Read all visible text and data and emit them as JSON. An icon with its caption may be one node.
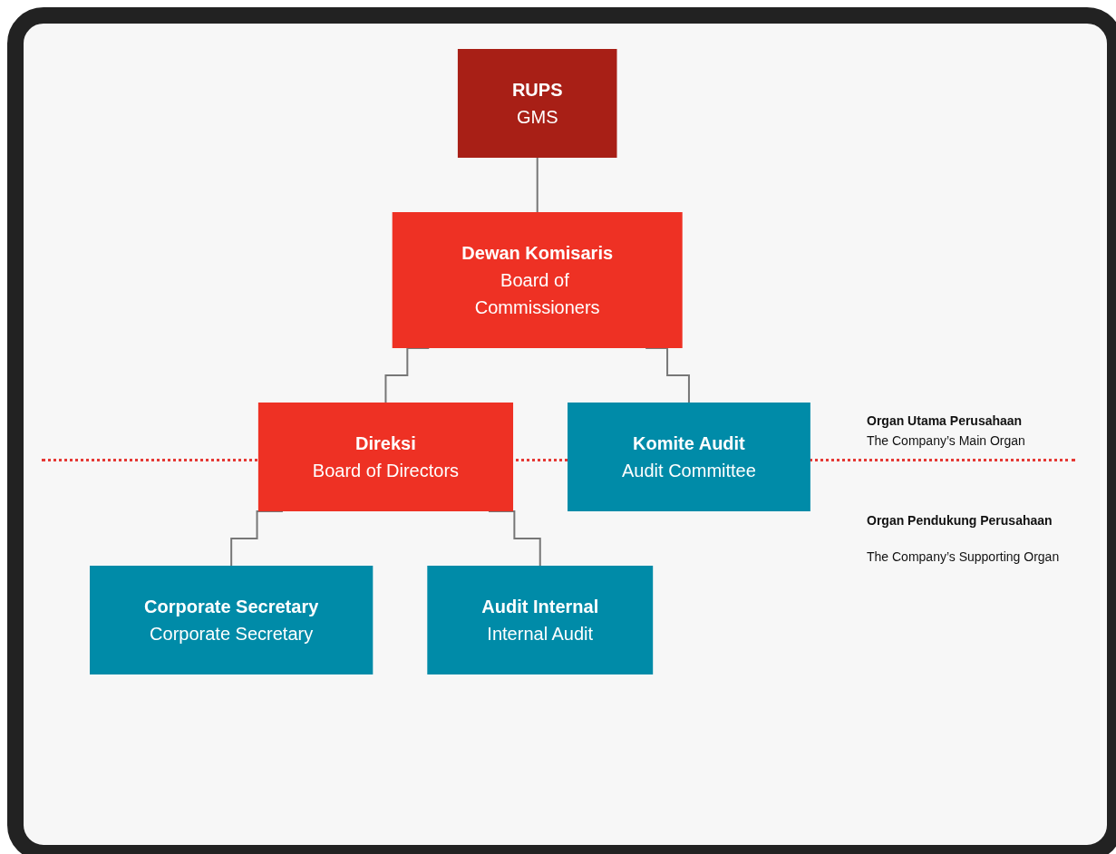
{
  "diagram": {
    "nodes": [
      {
        "text": [
          "RUPS",
          "GMS"
        ]
      },
      {
        "text": [
          "Dewan Komisaris",
          "Board of Commissioners"
        ]
      },
      {
        "text": [
          "Direksi",
          "Board of Directors"
        ]
      },
      {
        "text": [
          "Komite Audit",
          "Audit Committee"
        ]
      },
      {
        "text": [
          "Corporate Secretary",
          "Corporate Secretary"
        ]
      },
      {
        "text": [
          "Audit Internal",
          "Internal Audit"
        ]
      }
    ],
    "edges": [
      {
        "from": 0,
        "to": 1,
        "arrow": "none"
      },
      {
        "from": 1,
        "to": 2,
        "arrow": "none"
      },
      {
        "from": 1,
        "to": 3,
        "arrow": "none"
      },
      {
        "from": 2,
        "to": 4,
        "arrow": "none"
      },
      {
        "from": 2,
        "to": 5,
        "arrow": "none"
      }
    ],
    "labels": [
      "Organ Utama Perusahaan",
      "The Company’s Main Organ",
      "Organ Pendukung Perusahaan",
      "The Company’s Supporting Organ"
    ]
  }
}
